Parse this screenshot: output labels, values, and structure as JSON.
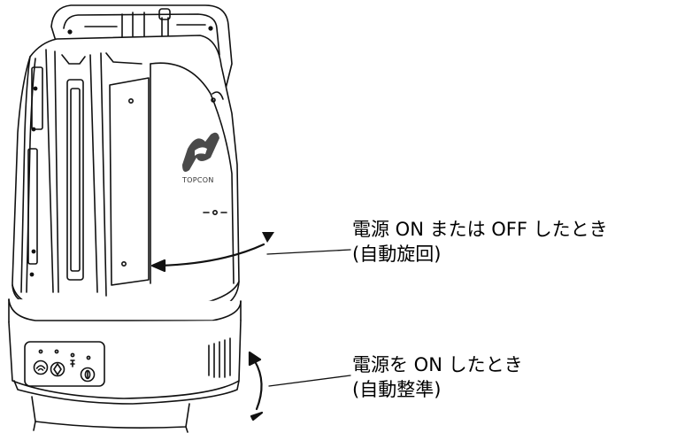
{
  "device": {
    "brand": "TOPCON",
    "logo_icon": "topcon-wave-logo",
    "panel_icons": [
      "wifi-indicator-icon",
      "diamond-button-icon",
      "power-button-icon"
    ]
  },
  "callouts": [
    {
      "line1": "電源 ON または OFF したとき",
      "line2": "(自動旋回)",
      "arrow": "horizontal-rotation-arrow"
    },
    {
      "line1": "電源を ON したとき",
      "line2": "(自動整準)",
      "arrow": "vertical-leveling-arrow"
    }
  ],
  "colors": {
    "stroke": "#111111",
    "fill": "#ffffff",
    "logo": "#4a4a4a"
  }
}
